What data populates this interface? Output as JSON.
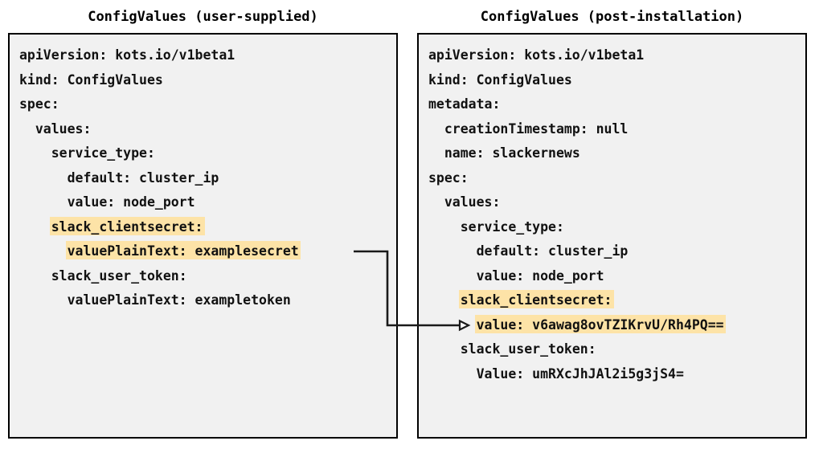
{
  "diagram": {
    "title_left": "ConfigValues (user-supplied)",
    "title_right": "ConfigValues (post-installation)",
    "highlight_color": "#fde3a7",
    "box_fill": "#f1f1f1",
    "box_border": "#000000",
    "connector": {
      "label": "maps-to-arrow",
      "from": "valuePlainText: examplesecret",
      "to": "value: v6awag8ovTZIKrvU/Rh4PQ=="
    }
  },
  "left_panel": {
    "lines": [
      {
        "text": "apiVersion: kots.io/v1beta1",
        "highlight": false
      },
      {
        "text": "kind: ConfigValues",
        "highlight": false
      },
      {
        "text": "spec:",
        "highlight": false
      },
      {
        "text": "  values:",
        "highlight": false
      },
      {
        "text": "    service_type:",
        "highlight": false
      },
      {
        "text": "      default: cluster_ip",
        "highlight": false
      },
      {
        "text": "      value: node_port",
        "highlight": false
      },
      {
        "text": "    slack_clientsecret:",
        "highlight": true
      },
      {
        "text": "      valuePlainText: examplesecret",
        "highlight": true
      },
      {
        "text": "    slack_user_token:",
        "highlight": false
      },
      {
        "text": "      valuePlainText: exampletoken",
        "highlight": false
      }
    ]
  },
  "right_panel": {
    "lines": [
      {
        "text": "apiVersion: kots.io/v1beta1",
        "highlight": false
      },
      {
        "text": "kind: ConfigValues",
        "highlight": false
      },
      {
        "text": "metadata:",
        "highlight": false
      },
      {
        "text": "  creationTimestamp: null",
        "highlight": false
      },
      {
        "text": "  name: slackernews",
        "highlight": false
      },
      {
        "text": "spec:",
        "highlight": false
      },
      {
        "text": "  values:",
        "highlight": false
      },
      {
        "text": "    service_type:",
        "highlight": false
      },
      {
        "text": "      default: cluster_ip",
        "highlight": false
      },
      {
        "text": "      value: node_port",
        "highlight": false
      },
      {
        "text": "    slack_clientsecret:",
        "highlight": true
      },
      {
        "text": "      value: v6awag8ovTZIKrvU/Rh4PQ==",
        "highlight": true
      },
      {
        "text": "    slack_user_token:",
        "highlight": false
      },
      {
        "text": "      Value: umRXcJhJAl2i5g3jS4=",
        "highlight": false
      }
    ]
  }
}
